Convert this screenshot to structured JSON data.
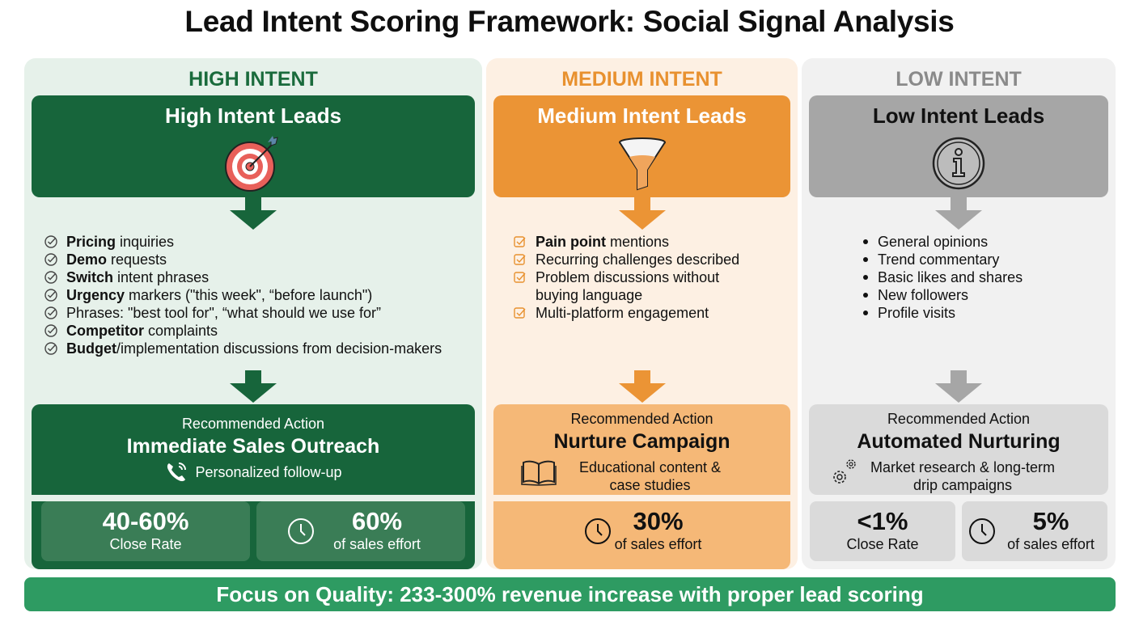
{
  "title": "Lead Intent Scoring Framework: Social Signal Analysis",
  "colors": {
    "high_primary": "#17653b",
    "high_bg": "#e6f1ea",
    "medium_primary": "#eb9435",
    "medium_bg": "#fdf0e3",
    "low_primary": "#a6a6a6",
    "low_bg": "#f1f1f1",
    "footer": "#2e9b62"
  },
  "columns": {
    "high": {
      "label": "HIGH INTENT",
      "card_title": "High Intent Leads",
      "icon": "target-icon",
      "signals": [
        {
          "bold": "Pricing",
          "rest": " inquiries"
        },
        {
          "bold": "Demo",
          "rest": " requests"
        },
        {
          "bold": "Switch",
          "rest": " intent phrases"
        },
        {
          "bold": "Urgency",
          "rest": " markers (\"this week\", “before launch\")"
        },
        {
          "bold": "",
          "rest": "Phrases: \"best tool for\", “what should we use for”"
        },
        {
          "bold": "Competitor",
          "rest": " complaints"
        },
        {
          "bold": "Budget",
          "rest": "/implementation discussions from decision-makers"
        }
      ],
      "action": {
        "label": "Recommended Action",
        "title": "Immediate Sales Outreach",
        "description": "Personalized follow-up",
        "icon": "phone-icon"
      },
      "stats": [
        {
          "value": "40-60%",
          "sub": "Close Rate"
        },
        {
          "value": "60%",
          "sub": "of sales effort",
          "icon": "clock-icon"
        }
      ]
    },
    "medium": {
      "label": "MEDIUM INTENT",
      "card_title": "Medium Intent Leads",
      "icon": "funnel-icon",
      "signals": [
        {
          "bold": "Pain point",
          "rest": " mentions"
        },
        {
          "bold": "",
          "rest": "Recurring challenges described"
        },
        {
          "bold": "",
          "rest": "Problem discussions without buying language"
        },
        {
          "bold": "",
          "rest": "Multi-platform engagement"
        }
      ],
      "action": {
        "label": "Recommended Action",
        "title": "Nurture Campaign",
        "description_line1": "Educational content &",
        "description_line2": "case studies",
        "icon": "book-icon"
      },
      "stats": [
        {
          "value": "30%",
          "sub": "of sales effort",
          "icon": "clock-icon"
        }
      ]
    },
    "low": {
      "label": "LOW INTENT",
      "card_title": "Low Intent Leads",
      "icon": "info-icon",
      "signals": [
        "General opinions",
        "Trend commentary",
        "Basic likes and shares",
        "New followers",
        "Profile visits"
      ],
      "action": {
        "label": "Recommended Action",
        "title": "Automated Nurturing",
        "description_line1": "Market research & long-term",
        "description_line2": "drip campaigns",
        "icon": "gears-icon"
      },
      "stats": [
        {
          "value": "<1%",
          "sub": "Close Rate"
        },
        {
          "value": "5%",
          "sub": "of sales effort",
          "icon": "clock-icon"
        }
      ]
    }
  },
  "footer": "Focus on Quality: 233-300% revenue increase with proper lead scoring"
}
